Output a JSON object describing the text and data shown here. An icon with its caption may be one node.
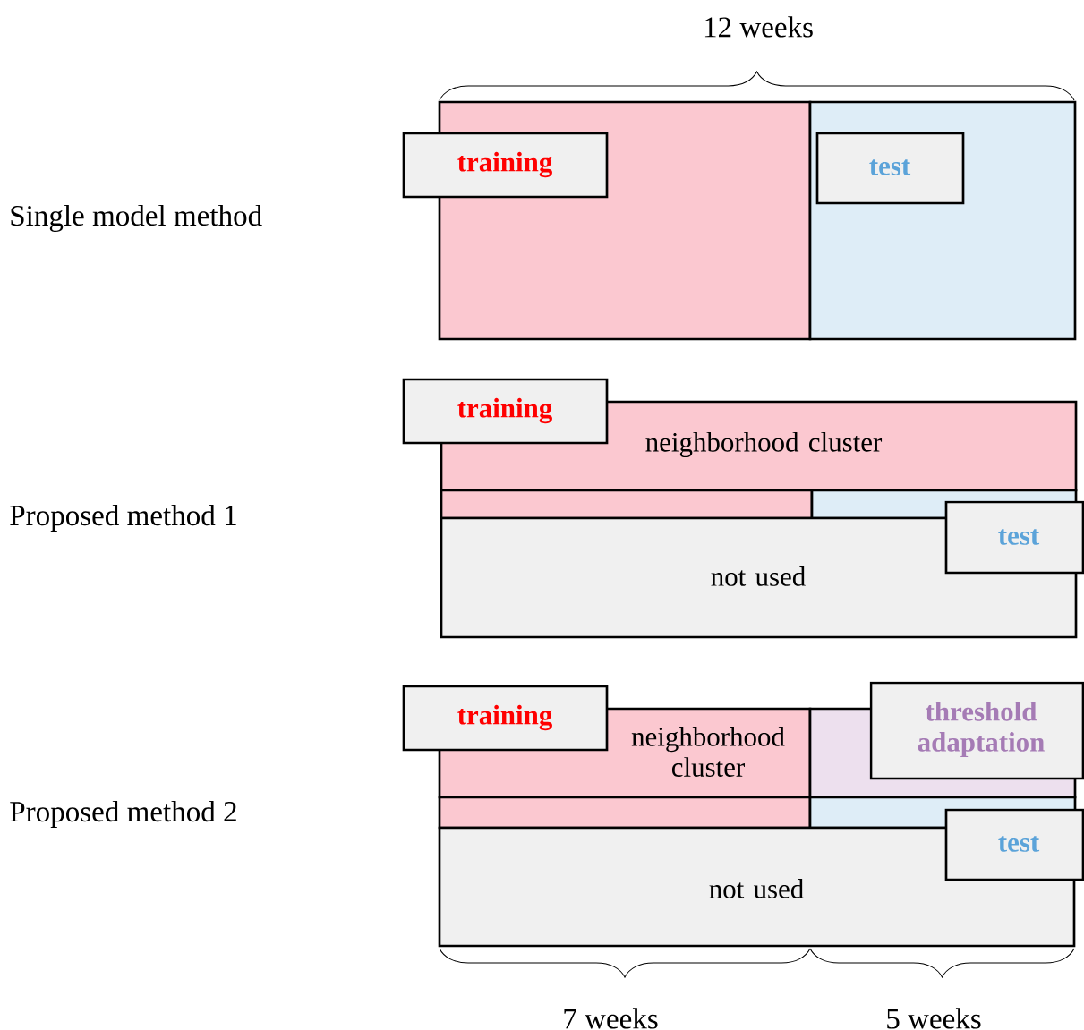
{
  "diagram": {
    "nodes": [
      {
        "text": [],
        "shape": "box"
      },
      {
        "text": [],
        "shape": "box"
      },
      {
        "text": [
          "training"
        ]
      },
      {
        "text": [
          "test"
        ],
        "in": 1
      },
      {
        "text": [
          "neighborhood cluster"
        ]
      },
      {
        "text": [],
        "shape": "box"
      },
      {
        "text": [],
        "shape": "box"
      },
      {
        "text": [
          "not used"
        ]
      },
      {
        "text": [
          "training"
        ]
      },
      {
        "text": [
          "test"
        ]
      },
      {
        "text": [
          "neighborhood cluster"
        ]
      },
      {
        "text": [],
        "shape": "box"
      },
      {
        "text": [],
        "shape": "box"
      },
      {
        "text": [],
        "shape": "box"
      },
      {
        "text": [
          "not used"
        ]
      },
      {
        "text": [
          "training"
        ]
      },
      {
        "text": [
          "threshold adaptation"
        ]
      },
      {
        "text": [
          "test"
        ]
      }
    ],
    "labels": [
      "12 weeks",
      "Single model method",
      "Proposed method 1",
      "Proposed method 2",
      "7 weeks",
      "5 weeks"
    ]
  }
}
